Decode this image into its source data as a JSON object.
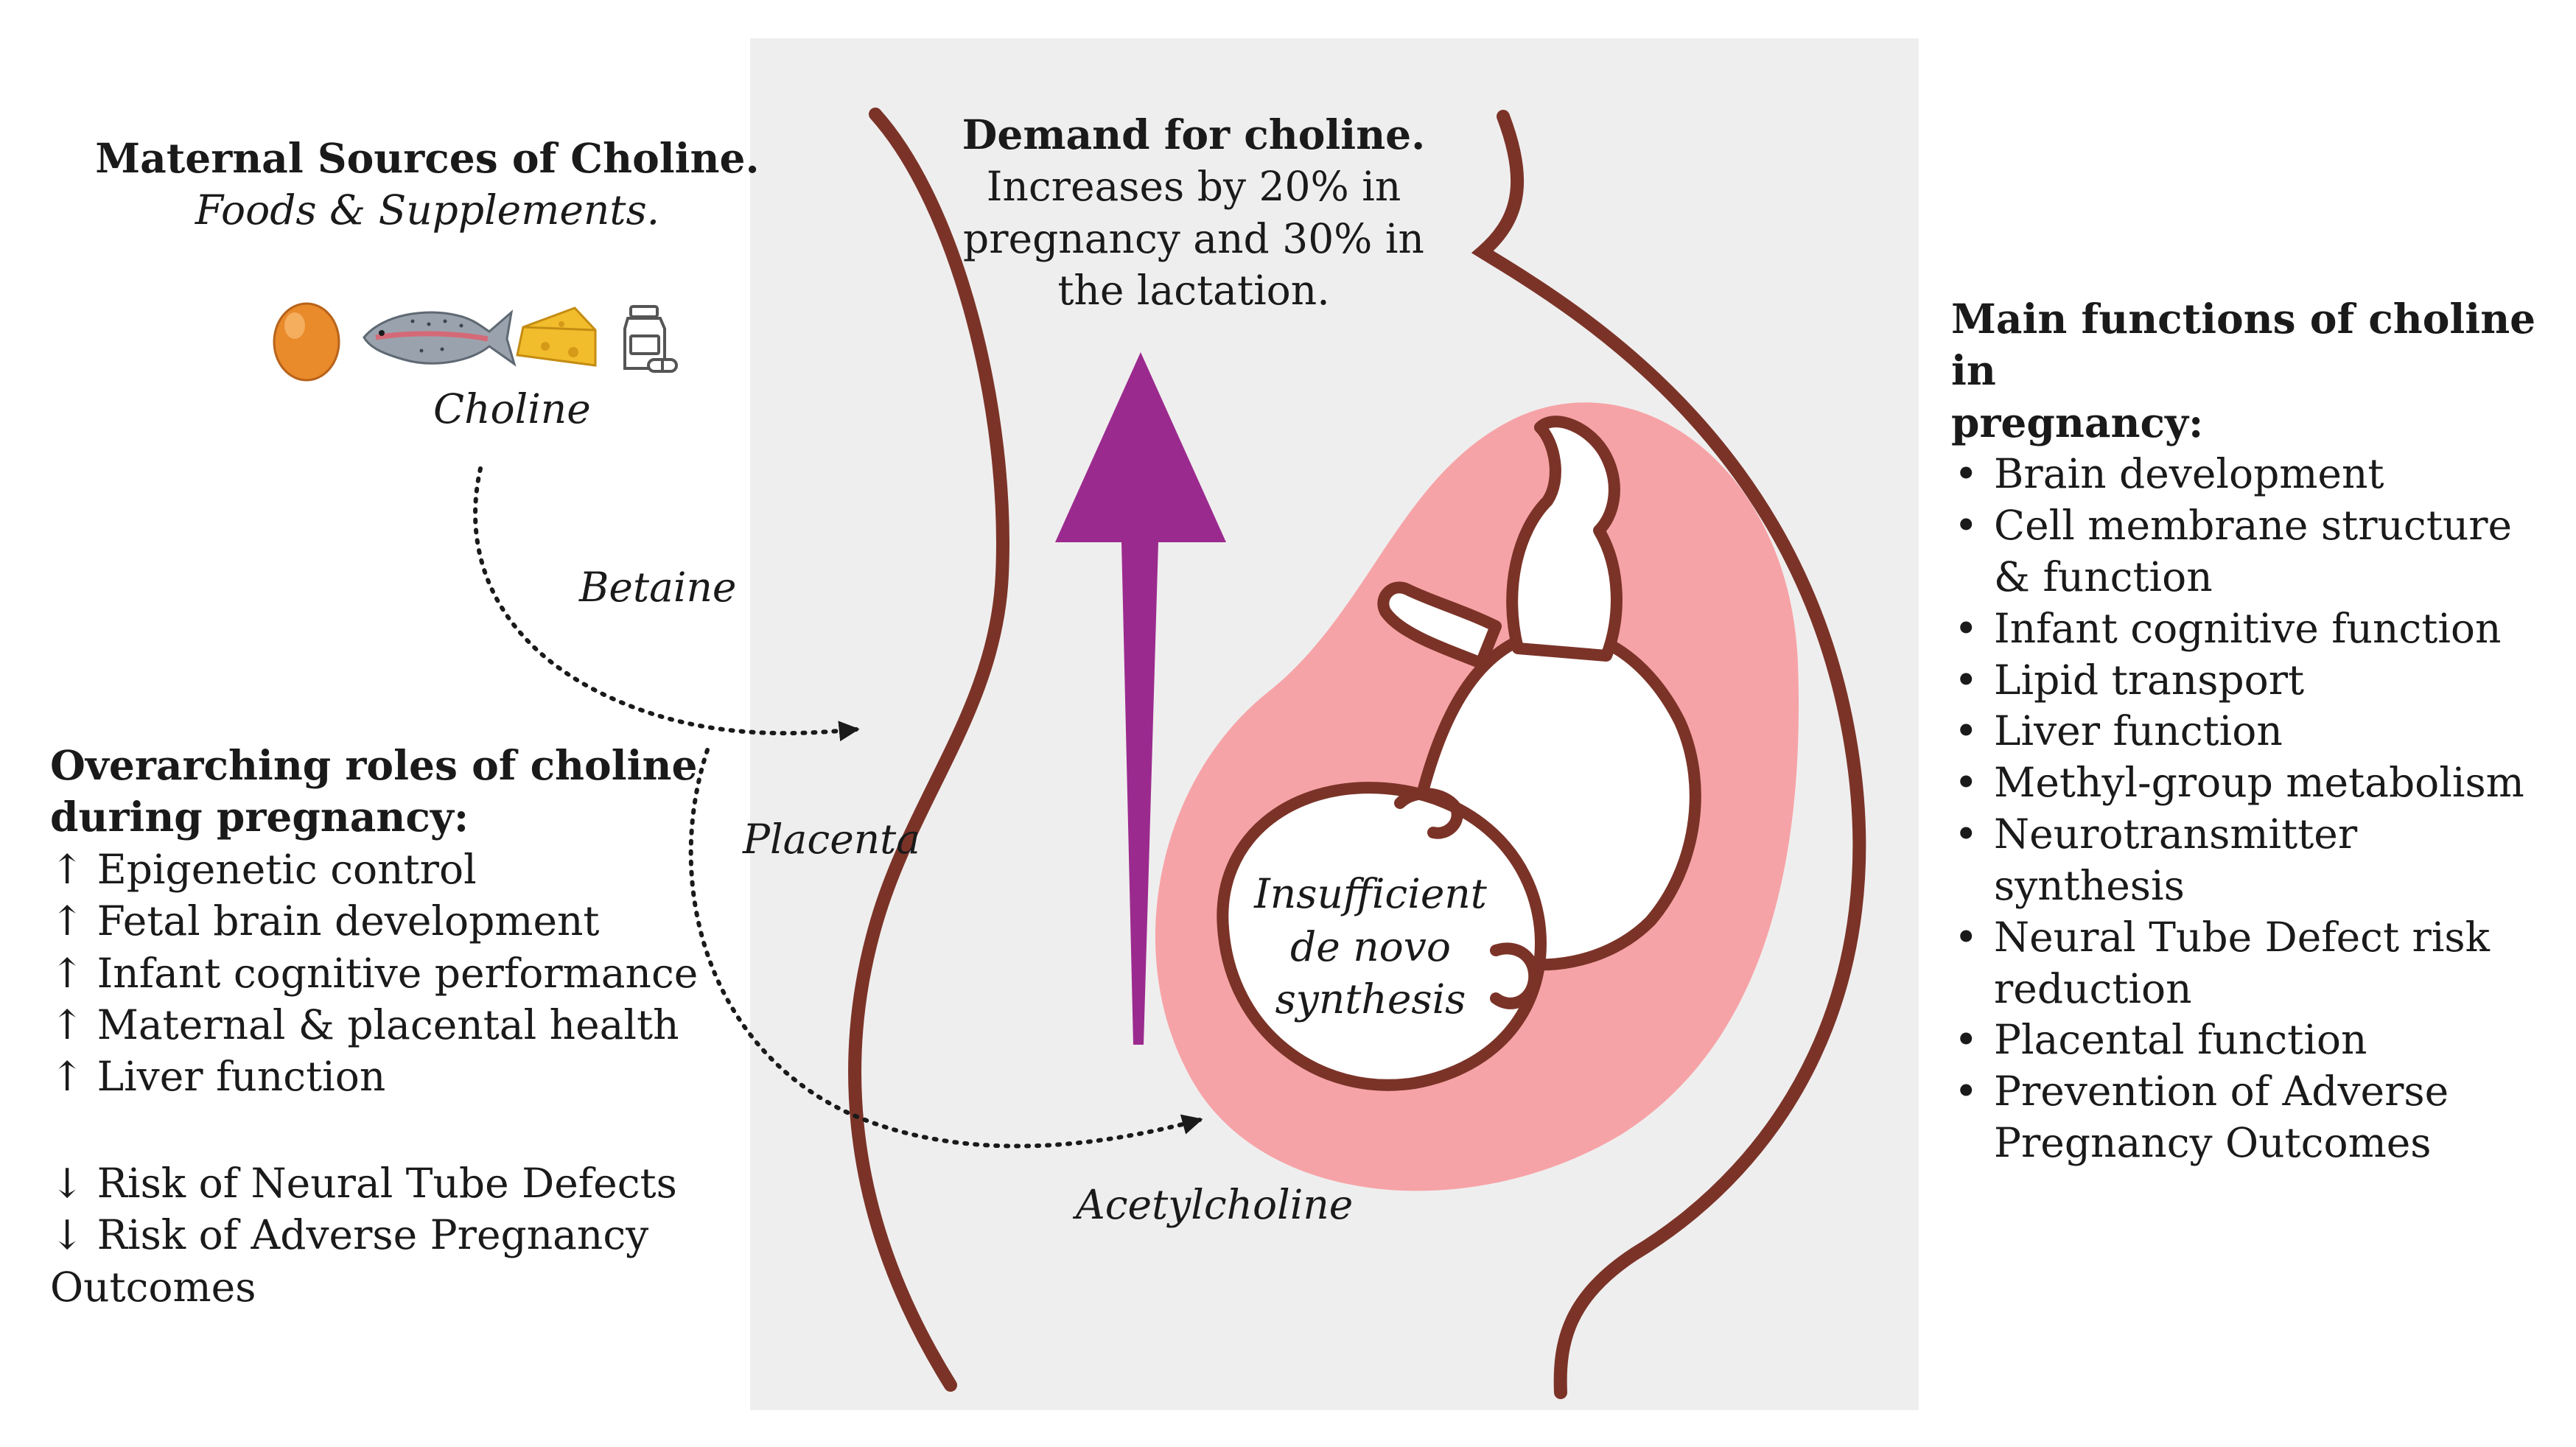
{
  "maternal_sources": {
    "title": "Maternal Sources of Choline.",
    "subtitle": "Foods & Supplements."
  },
  "food_icons": [
    "egg-icon",
    "fish-icon",
    "cheese-icon",
    "supplement-bottle-icon"
  ],
  "labels": {
    "choline": "Choline",
    "betaine": "Betaine",
    "placenta": "Placenta",
    "acetylcholine": "Acetylcholine"
  },
  "demand": {
    "title": "Demand for choline.",
    "line1": "Increases by 20% in",
    "line2": "pregnancy and 30% in",
    "line3": "the lactation."
  },
  "insufficient": {
    "line1": "Insufficient",
    "line2": "de novo",
    "line3": "synthesis"
  },
  "overarching": {
    "title_line1": "Overarching roles of choline",
    "title_line2": "during pregnancy:",
    "increases": [
      "↑ Epigenetic control",
      "↑ Fetal brain development",
      "↑ Infant cognitive performance",
      "↑ Maternal & placental health",
      "↑ Liver function"
    ],
    "decreases": [
      "↓ Risk of Neural Tube Defects",
      "↓ Risk of Adverse Pregnancy",
      "Outcomes"
    ]
  },
  "main_functions": {
    "title_line1": "Main functions of choline in",
    "title_line2": "pregnancy:",
    "items": [
      "Brain development",
      "Cell membrane structure & function",
      "Infant cognitive function",
      "Lipid transport",
      "Liver function",
      "Methyl-group metabolism",
      "Neurotransmitter synthesis",
      "Neural Tube Defect risk reduction",
      "Placental function",
      "Prevention of Adverse Pregnancy Outcomes"
    ]
  },
  "colors": {
    "panel_background": "#efeeee",
    "body_outline": "#7b3328",
    "womb": "#f6a3a7",
    "arrow": "#9b2a8e",
    "fetus_outline": "#7b3328"
  }
}
